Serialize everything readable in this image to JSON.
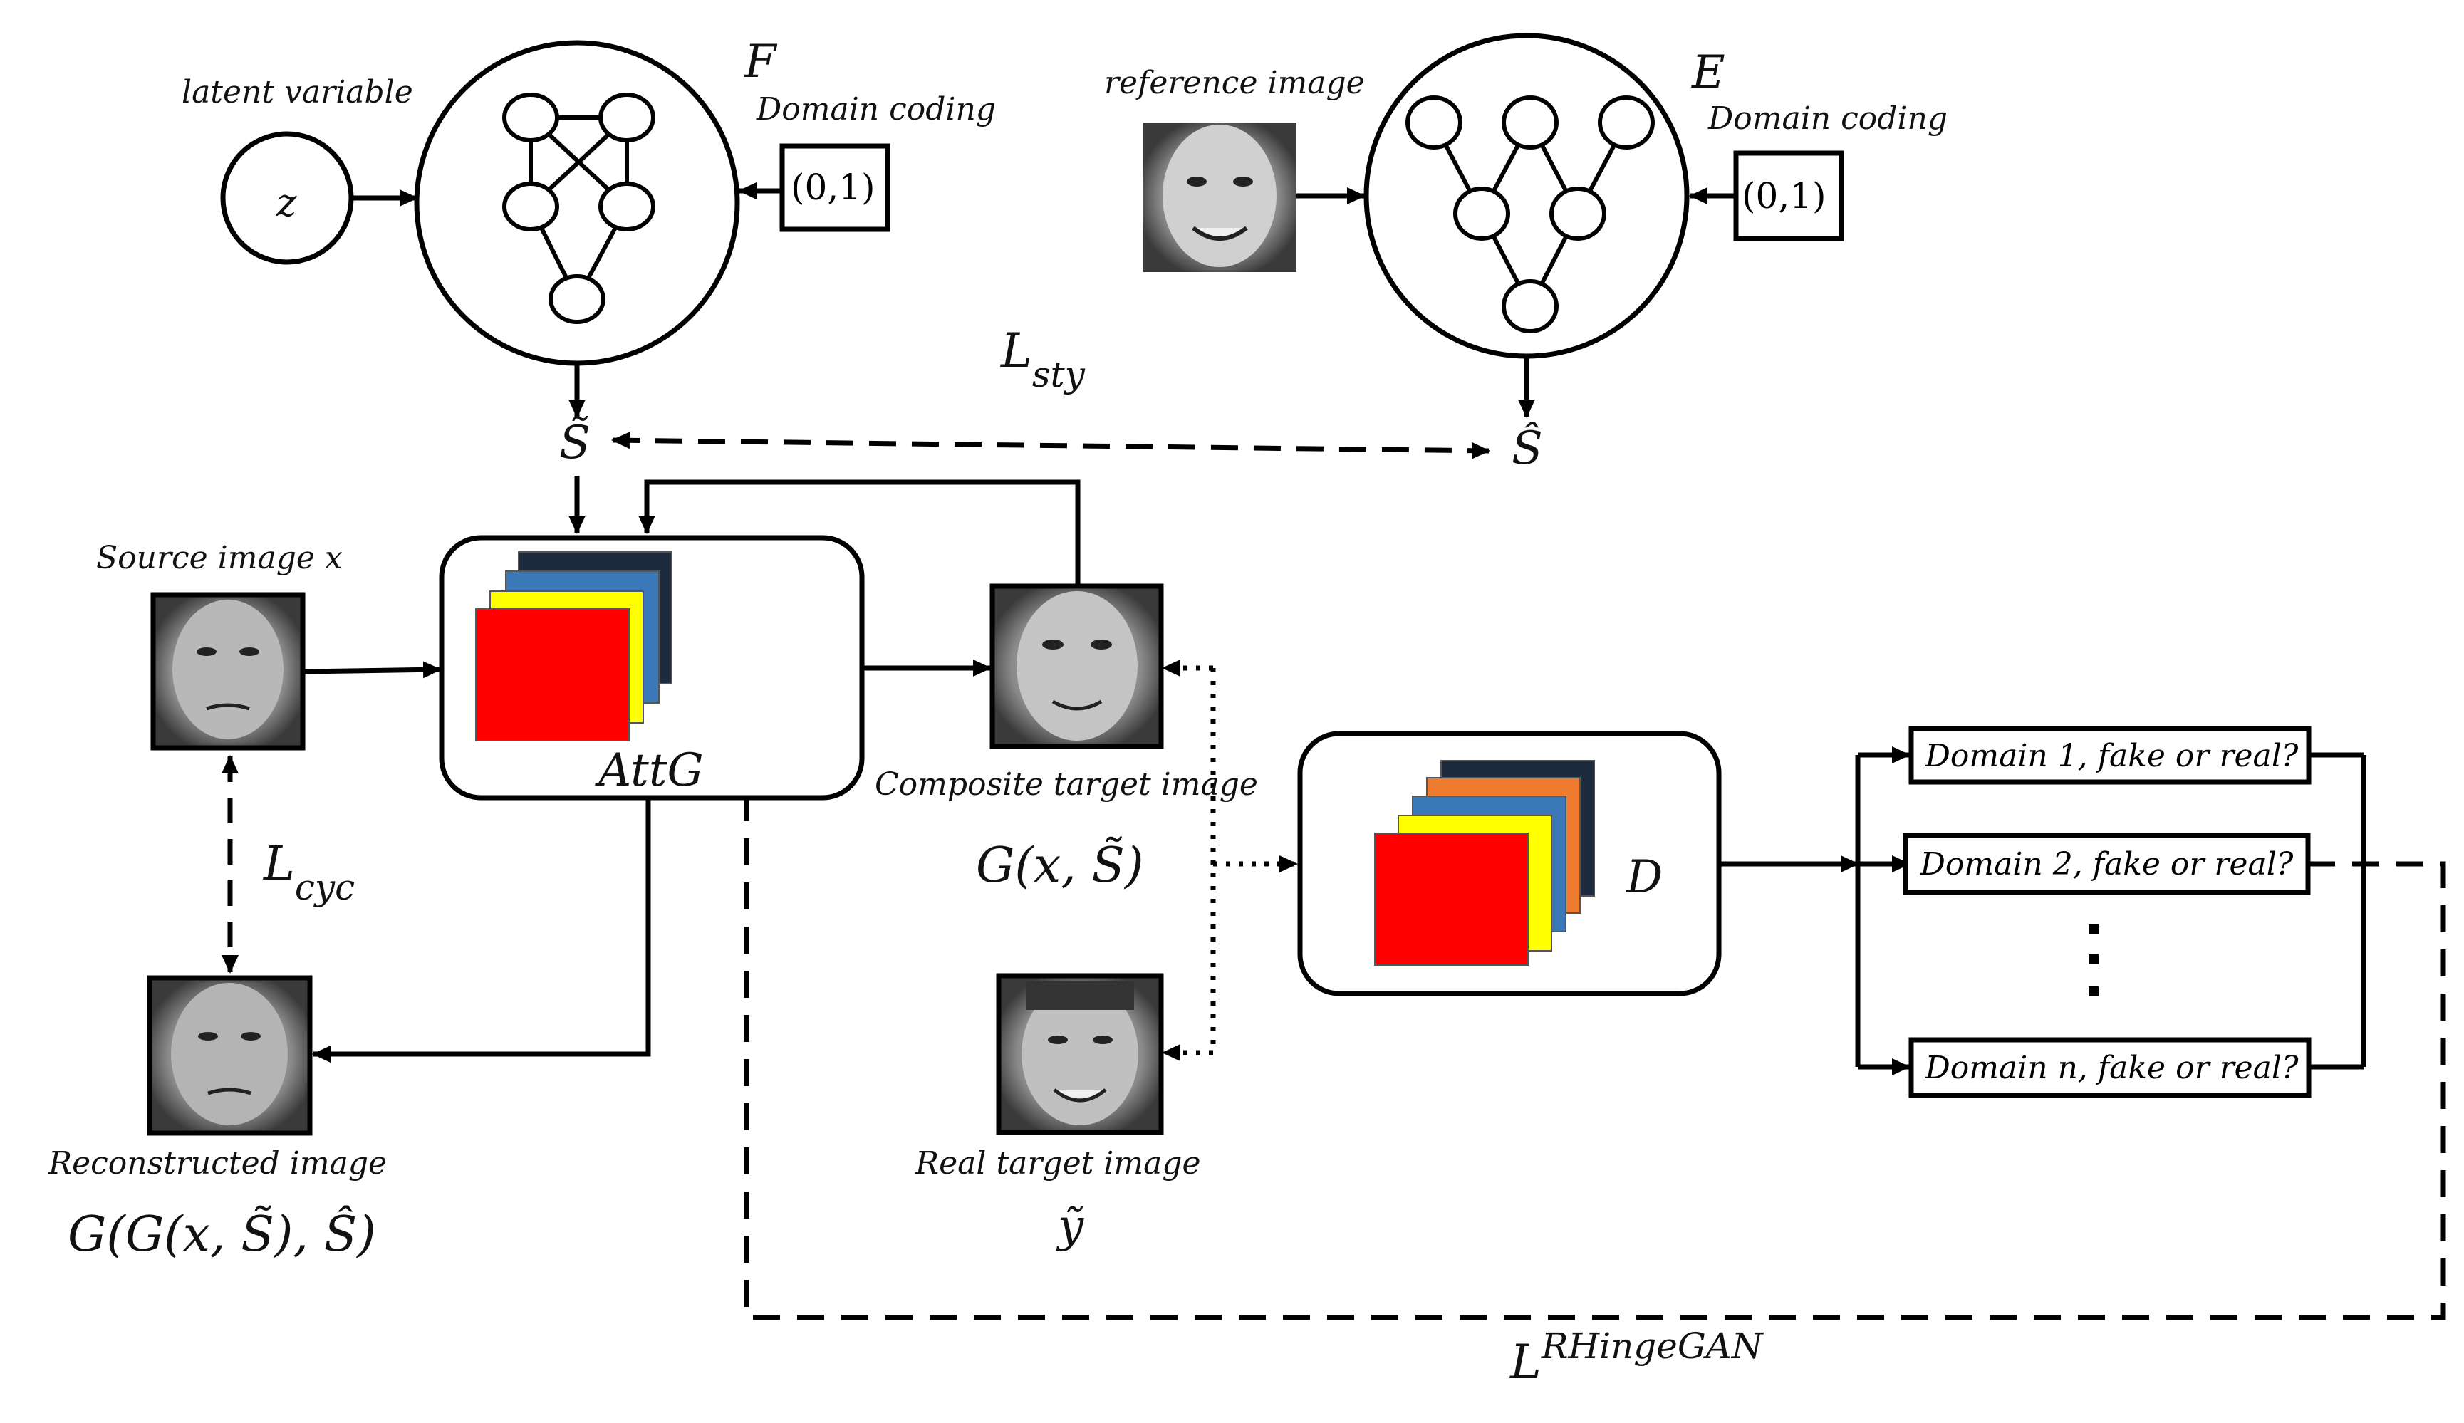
{
  "labels": {
    "latent_variable": "latent variable",
    "z": "z",
    "F": "F",
    "domain_coding_left": "Domain coding",
    "code_left": "(0,1)",
    "reference_image": "reference image",
    "E": "E",
    "domain_coding_right": "Domain coding",
    "code_right": "(0,1)",
    "L_sty": "L",
    "L_sty_sub": "sty",
    "s_tilde": "S̃",
    "s_hat": "Ŝ",
    "source_image": "Source image x",
    "attg": "AttG",
    "composite_target": "Composite target image",
    "composite_formula": "G(x, S̃)",
    "L_cyc": "L",
    "L_cyc_sub": "cyc",
    "reconstructed_image": "Reconstructed image",
    "reconstructed_formula": "G(G(x, S̃), Ŝ)",
    "real_target": "Real target image",
    "y_tilde": "ỹ",
    "D": "D",
    "L_rhinge": "L",
    "L_rhinge_sup": "RHingeGAN"
  },
  "domains": [
    "Domain 1, fake or real?",
    "Domain 2, fake or real?",
    "Domain n, fake or real?"
  ],
  "colors": {
    "red": "#ff0000",
    "yellow": "#ffff00",
    "blue": "#3a78b8",
    "navy": "#1e2a3e",
    "orange": "#ee7b30",
    "line": "#000000"
  }
}
